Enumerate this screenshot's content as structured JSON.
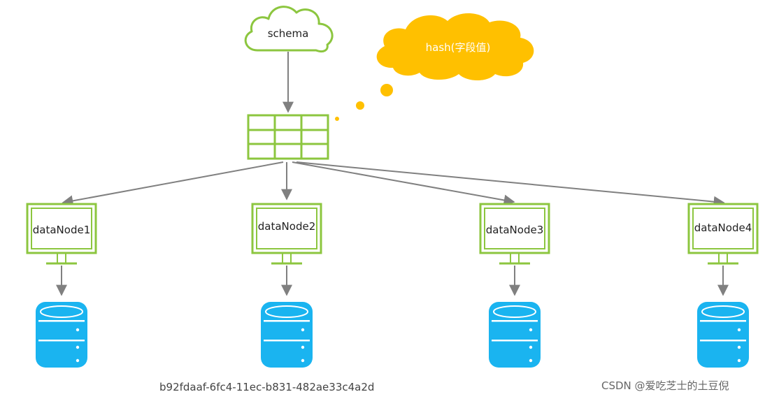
{
  "diagram": {
    "cloud_label": "schema",
    "thought_label": "hash(字段值)",
    "nodes": [
      {
        "label": "dataNode1"
      },
      {
        "label": "dataNode2"
      },
      {
        "label": "dataNode3"
      },
      {
        "label": "dataNode4"
      }
    ],
    "colors": {
      "green": "#8cc63f",
      "yellow": "#ffc000",
      "blue": "#1ab4f0",
      "arrow": "#808080"
    },
    "icons": {
      "cloud": "cloud-icon",
      "table": "table-grid-icon",
      "monitor": "monitor-icon",
      "database": "database-icon"
    }
  },
  "footer_id": "b92fdaaf-6fc4-11ec-b831-482ae33c4a2d",
  "watermark": "CSDN @爱吃芝士的土豆倪"
}
